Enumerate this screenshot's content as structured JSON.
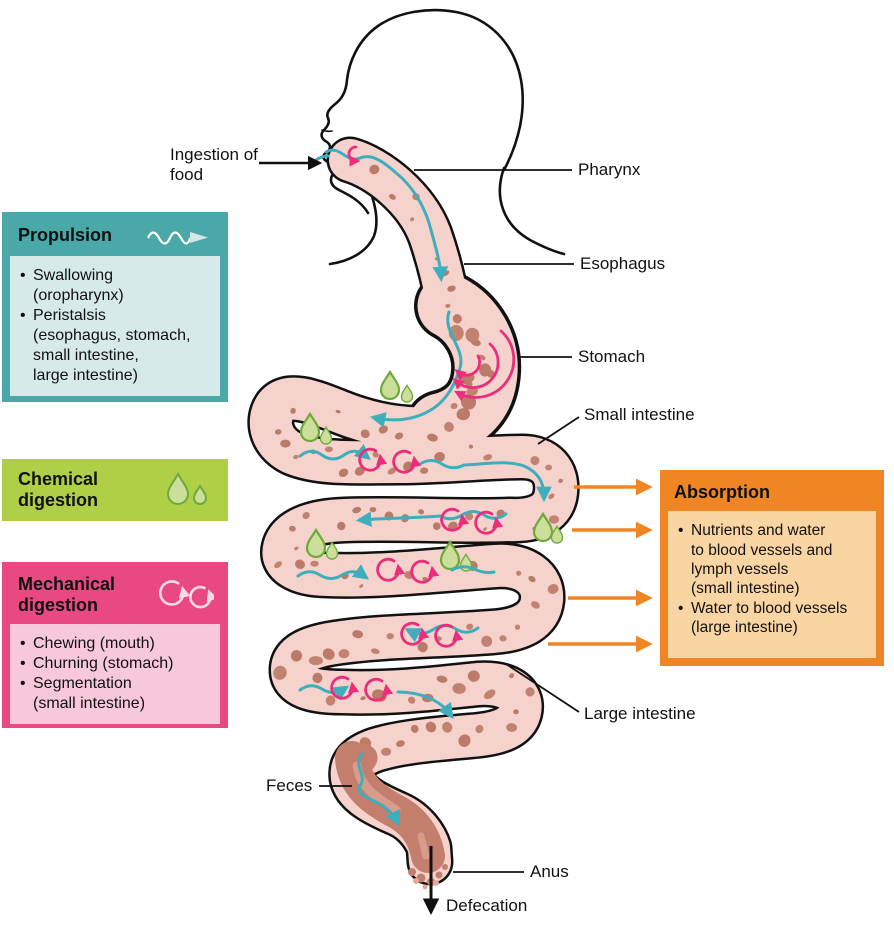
{
  "figure_labels": {
    "ingestion": "Ingestion of food",
    "pharynx": "Pharynx",
    "esophagus": "Esophagus",
    "stomach": "Stomach",
    "small_intestine": "Small intestine",
    "large_intestine": "Large intestine",
    "feces": "Feces",
    "anus": "Anus",
    "defecation": "Defecation"
  },
  "process_boxes": {
    "propulsion": {
      "title": "Propulsion",
      "icon": "wave-arrow-icon",
      "items": [
        "Swallowing\n(oropharynx)",
        "Peristalsis\n(esophagus, stomach,\nsmall intestine,\nlarge intestine)"
      ]
    },
    "chemical": {
      "title": "Chemical\ndigestion",
      "icon": "droplets-icon"
    },
    "mechanical": {
      "title": "Mechanical\ndigestion",
      "icon": "churn-arrows-icon",
      "items": [
        "Chewing (mouth)",
        "Churning (stomach)",
        "Segmentation\n(small intestine)"
      ]
    },
    "absorption": {
      "title": "Absorption",
      "items": [
        "Nutrients and water\nto blood vessels and\nlymph vessels\n(small intestine)",
        "Water to blood vessels\n(large intestine)"
      ]
    }
  },
  "colors": {
    "propulsion_teal": "#4BA8A8",
    "propulsion_body": "#D7EAEA",
    "chemical_green": "#AFD046",
    "mechanical_pink": "#E84980",
    "mechanical_body": "#F7C8DA",
    "absorption_orange": "#F08524",
    "absorption_body": "#FAD5A4",
    "tract_fill": "#F5D2CB",
    "tract_outline": "#111111",
    "spots_brown": "#C1836F",
    "feces_brown": "#C47E6E",
    "flow_teal": "#3FAEBC",
    "churn_pink": "#EB2D7C",
    "secretion_green": "#CBDF9B"
  }
}
